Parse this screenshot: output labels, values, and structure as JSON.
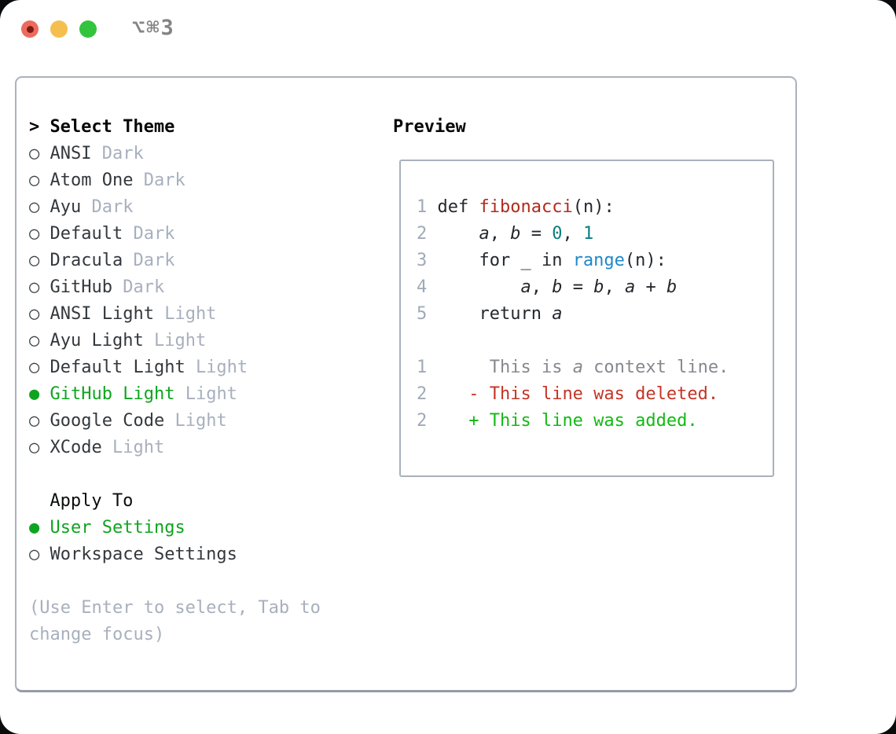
{
  "window": {
    "title": "⌥⌘3",
    "traffic_lights": [
      "close",
      "minimize",
      "maximize"
    ]
  },
  "colors": {
    "selected_green": "#0fa41f",
    "added_green": "#12ba12",
    "deleted_red": "#c43425",
    "function_red": "#b02b1d",
    "builtin_blue": "#2088c5",
    "number_teal": "#0b7d7e",
    "context_gray": "#85898e",
    "gutter_gray": "#a0aab8",
    "suffix_gray": "#a7b0bd",
    "panel_border": "#aab2bd",
    "traffic_red": "#ed6a5e",
    "traffic_yellow": "#f5bf4f",
    "traffic_green": "#33c43d"
  },
  "sidebar": {
    "header": {
      "marker": ">",
      "label": "Select Theme"
    },
    "markers": {
      "unselected": "○",
      "selected": "●"
    },
    "themes": [
      {
        "name": "ANSI",
        "variant": "Dark",
        "selected": false
      },
      {
        "name": "Atom One",
        "variant": "Dark",
        "selected": false
      },
      {
        "name": "Ayu",
        "variant": "Dark",
        "selected": false
      },
      {
        "name": "Default",
        "variant": "Dark",
        "selected": false
      },
      {
        "name": "Dracula",
        "variant": "Dark",
        "selected": false
      },
      {
        "name": "GitHub",
        "variant": "Dark",
        "selected": false
      },
      {
        "name": "ANSI Light",
        "variant": "Light",
        "selected": false
      },
      {
        "name": "Ayu Light",
        "variant": "Light",
        "selected": false
      },
      {
        "name": "Default Light",
        "variant": "Light",
        "selected": false
      },
      {
        "name": "GitHub Light",
        "variant": "Light",
        "selected": true
      },
      {
        "name": "Google Code",
        "variant": "Light",
        "selected": false
      },
      {
        "name": "XCode",
        "variant": "Light",
        "selected": false
      }
    ],
    "apply_to": {
      "label": "Apply To",
      "options": [
        {
          "name": "User Settings",
          "selected": true
        },
        {
          "name": "Workspace Settings",
          "selected": false
        }
      ]
    },
    "hint_lines": [
      "(Use Enter to select, Tab to",
      "change focus)"
    ]
  },
  "preview": {
    "title": "Preview",
    "code_lines": [
      {
        "num": "1",
        "segments": [
          {
            "text": "def ",
            "style": "plain"
          },
          {
            "text": "fibonacci",
            "style": "func"
          },
          {
            "text": "(n):",
            "style": "plain"
          }
        ]
      },
      {
        "num": "2",
        "segments": [
          {
            "text": "    ",
            "style": "plain"
          },
          {
            "text": "a",
            "style": "var"
          },
          {
            "text": ", ",
            "style": "plain"
          },
          {
            "text": "b",
            "style": "var"
          },
          {
            "text": " = ",
            "style": "plain"
          },
          {
            "text": "0",
            "style": "num"
          },
          {
            "text": ", ",
            "style": "plain"
          },
          {
            "text": "1",
            "style": "num"
          }
        ]
      },
      {
        "num": "3",
        "segments": [
          {
            "text": "    for _ in ",
            "style": "plain"
          },
          {
            "text": "range",
            "style": "builtin"
          },
          {
            "text": "(n):",
            "style": "plain"
          }
        ]
      },
      {
        "num": "4",
        "segments": [
          {
            "text": "        ",
            "style": "plain"
          },
          {
            "text": "a",
            "style": "var"
          },
          {
            "text": ", ",
            "style": "plain"
          },
          {
            "text": "b",
            "style": "var"
          },
          {
            "text": " = ",
            "style": "plain"
          },
          {
            "text": "b",
            "style": "var"
          },
          {
            "text": ", ",
            "style": "plain"
          },
          {
            "text": "a",
            "style": "var"
          },
          {
            "text": " + ",
            "style": "plain"
          },
          {
            "text": "b",
            "style": "var"
          }
        ]
      },
      {
        "num": "5",
        "segments": [
          {
            "text": "    return ",
            "style": "plain"
          },
          {
            "text": "a",
            "style": "var"
          }
        ]
      },
      {
        "num": "",
        "segments": []
      },
      {
        "num": "1",
        "segments": [
          {
            "text": "     This is ",
            "style": "context"
          },
          {
            "text": "a",
            "style": "context-var"
          },
          {
            "text": " context line.",
            "style": "context"
          }
        ]
      },
      {
        "num": "2",
        "segments": [
          {
            "text": "   - This line was deleted.",
            "style": "deleted"
          }
        ]
      },
      {
        "num": "2",
        "segments": [
          {
            "text": "   + This line was added.",
            "style": "added"
          }
        ]
      }
    ]
  }
}
